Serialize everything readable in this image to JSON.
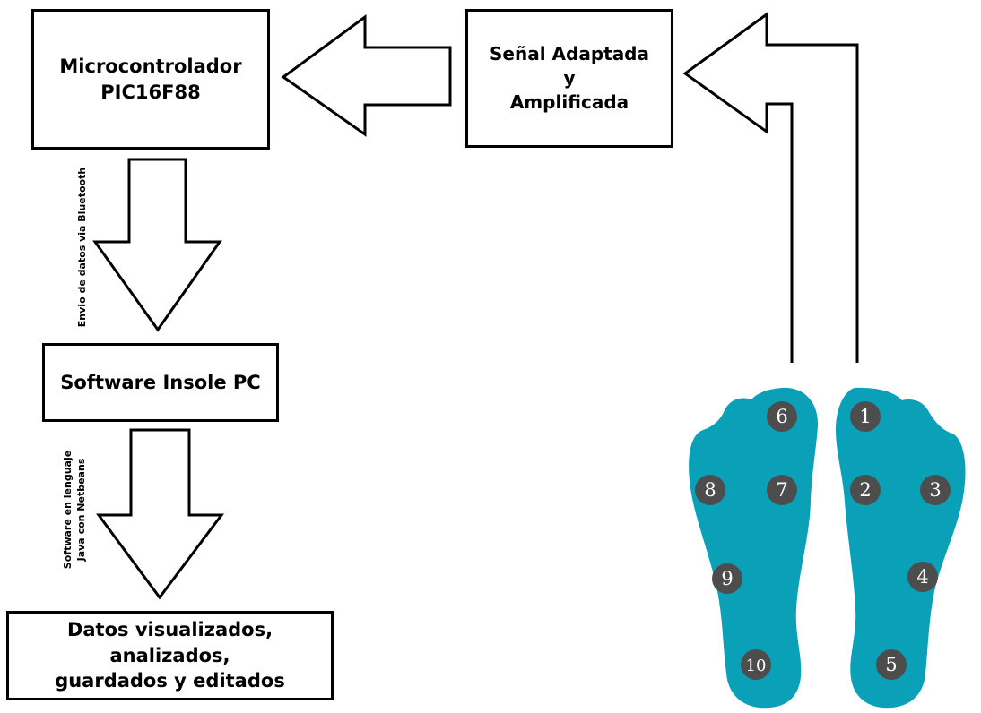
{
  "boxes": {
    "microcontroller": "Microcontrolador\nPIC16F88",
    "signal": "Señal Adaptada\ny\nAmplificada",
    "software": "Software Insole PC",
    "data": "Datos visualizados, analizados,\nguardados y editados"
  },
  "arrow_labels": {
    "bluetooth": "Envio de datos via Bluetooth",
    "java_line1": "Software en lenguaje",
    "java_line2": "Java con Netbeans"
  },
  "sensors": [
    "1",
    "2",
    "3",
    "4",
    "5",
    "6",
    "7",
    "8",
    "9",
    "10"
  ],
  "colors": {
    "foot": "#0aa0b8",
    "sensor": "#4d4d4d",
    "line": "#000000"
  }
}
